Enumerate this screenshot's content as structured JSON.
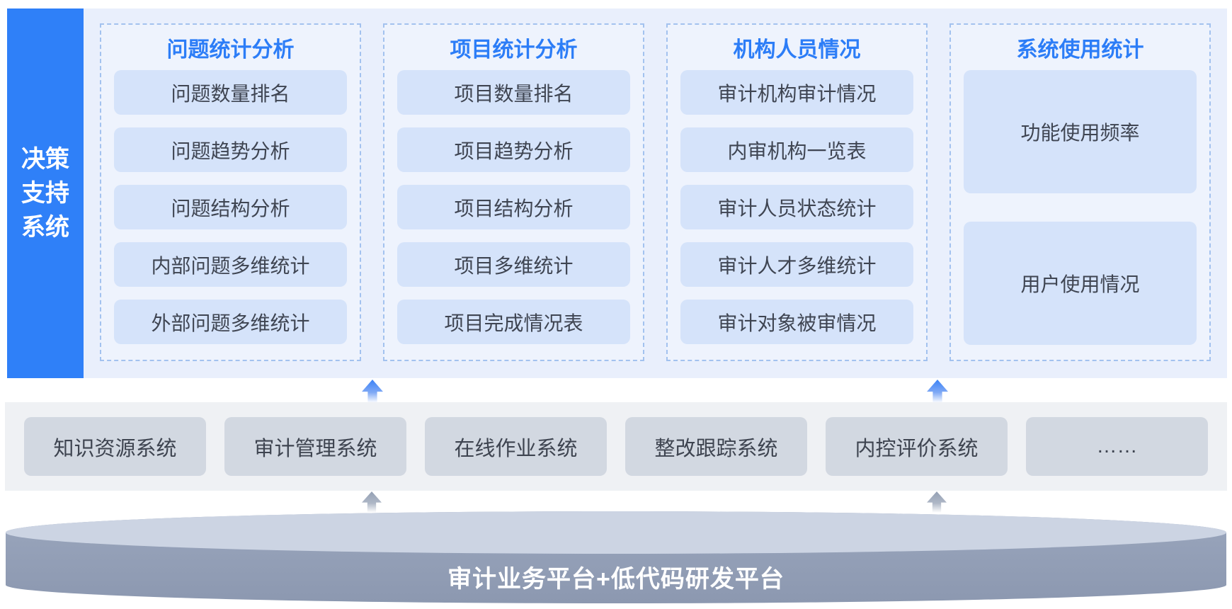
{
  "sidebar": {
    "line1": "决策",
    "line2": "支持",
    "line3": "系统"
  },
  "columns": [
    {
      "title": "问题统计分析",
      "items": [
        "问题数量排名",
        "问题趋势分析",
        "问题结构分析",
        "内部问题多维统计",
        "外部问题多维统计"
      ]
    },
    {
      "title": "项目统计分析",
      "items": [
        "项目数量排名",
        "项目趋势分析",
        "项目结构分析",
        "项目多维统计",
        "项目完成情况表"
      ]
    },
    {
      "title": "机构人员情况",
      "items": [
        "审计机构审计情况",
        "内审机构一览表",
        "审计人员状态统计",
        "审计人才多维统计",
        "审计对象被审情况"
      ]
    },
    {
      "title": "系统使用统计",
      "items": [
        "功能使用频率",
        "用户使用情况"
      ]
    }
  ],
  "systems": [
    "知识资源系统",
    "审计管理系统",
    "在线作业系统",
    "整改跟踪系统",
    "内控评价系统",
    "……"
  ],
  "platform": {
    "label": "审计业务平台+低代码研发平台"
  },
  "colors": {
    "accent_blue": "#2f80f8",
    "title_blue": "#2c7df7",
    "panel_bg": "#e9effc",
    "item_bg": "#d5e3fa",
    "dashed_border": "#a3c2ef",
    "band_bg": "#eff1f4",
    "sys_box_bg": "#d2d8e1",
    "cylinder_top": "#ccd4e3",
    "cylinder_body": "#8f9bb2"
  }
}
